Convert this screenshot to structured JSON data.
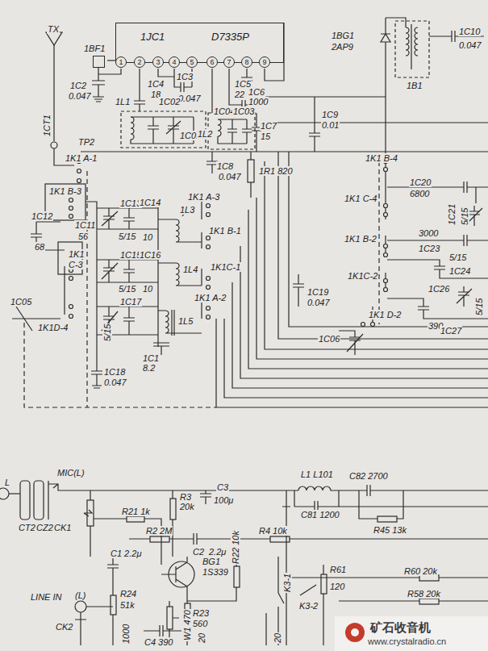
{
  "diagram": {
    "nodes": [
      {
        "text": [
          "1JC1",
          "D7335P",
          "1",
          "2",
          "3",
          "4",
          "5",
          "6",
          "7",
          "8",
          "9"
        ]
      },
      {
        "text": [
          "1BF1"
        ]
      }
    ],
    "edges": [
      {
        "from": 1,
        "to": 0,
        "arrow": "none"
      }
    ],
    "labels": [
      "TX",
      "1BG1",
      "2AP9",
      "1C10",
      "0.047",
      "1B1",
      "1C3",
      "0.047",
      "1C4",
      "18",
      "1C2",
      "0.047",
      "1L1",
      "1C02",
      "1C01",
      "1C5",
      "22",
      "1C6",
      "1000",
      "1L2",
      "1C04",
      "1C03",
      "1C7",
      "15",
      "1C9",
      "0.01",
      "1CT1",
      "TP2",
      "1K1 A-1",
      "1C8",
      "0.047",
      "1R1 820",
      "1K1 B-4",
      "1K1 B-3",
      "1K1 A-3",
      "1K1 C-4",
      "1C20",
      "6800",
      "1C13",
      "5/15",
      "1C14",
      "10",
      "1L3",
      "1K1 B-1",
      "1K1 B-2",
      "3000",
      "1C23",
      "1C21",
      "5/15",
      "1C11",
      "56",
      "1C12",
      "68",
      "1K1",
      "C-3",
      "1C15",
      "5/15",
      "1C16",
      "10",
      "1L4",
      "1K1C-1",
      "1K1C-2",
      "1C19",
      "0.047",
      "1C24",
      "5/15",
      "1C26",
      "390",
      "1K1 A-2",
      "1K1 D-2",
      "1C05",
      "1K1D-4",
      "1C17",
      "5/15",
      "1L5",
      "1C06",
      "1C27",
      "5/15",
      "1C1",
      "8.2",
      "1C18",
      "0.047",
      "L",
      "CT2",
      "CZ2",
      "CK1",
      "MIC(L)",
      "R21 1k",
      "R3",
      "20k",
      "C3",
      "100μ",
      "R2 2M",
      "C2",
      "2.2μ",
      "R4 10k",
      "L1 L101",
      "C81 1200",
      "C82 2700",
      "R45 13k",
      "C1 2.2μ",
      "BG1",
      "1S339",
      "R22 10k",
      "K3-1",
      "K3-2",
      "R61",
      "120",
      "R60 20k",
      "R58 20k",
      "LINE IN",
      "(L)",
      "CK2",
      "R24",
      "51k",
      "R23",
      "560",
      "C4 390",
      "W1 470",
      "1000",
      "20",
      "20",
      "矿石收音机",
      "www.crystalradio.cn"
    ]
  }
}
